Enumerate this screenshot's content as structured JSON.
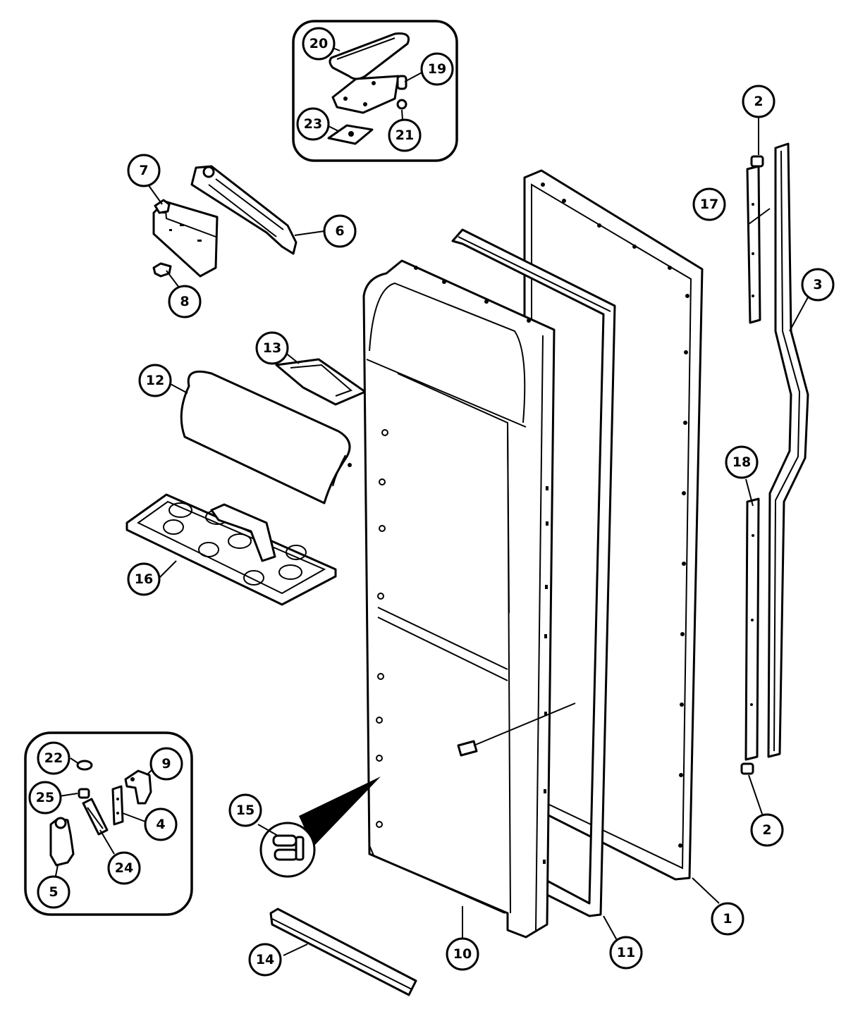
{
  "callouts": {
    "c1": "1",
    "c2a": "2",
    "c2b": "2",
    "c3": "3",
    "c4": "4",
    "c5": "5",
    "c6": "6",
    "c7": "7",
    "c8": "8",
    "c9": "9",
    "c10": "10",
    "c11": "11",
    "c12": "12",
    "c13": "13",
    "c14": "14",
    "c15": "15",
    "c16": "16",
    "c17": "17",
    "c18": "18",
    "c19": "19",
    "c20": "20",
    "c21": "21",
    "c22": "22",
    "c23": "23",
    "c24": "24",
    "c25": "25"
  }
}
